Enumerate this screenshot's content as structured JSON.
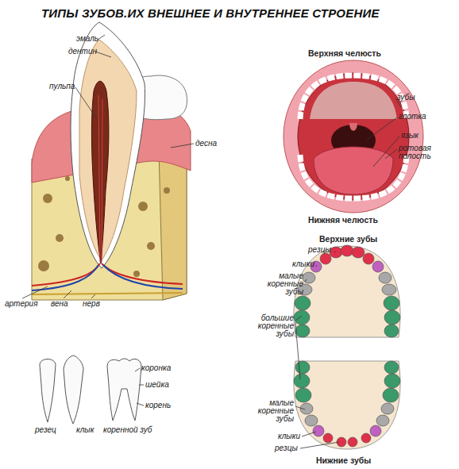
{
  "diagram": {
    "title": "ТИПЫ ЗУБОВ.ИХ ВНЕШНЕЕ И ВНУТРЕННЕЕ СТРОЕНИЕ",
    "labels": [
      "эмаль",
      "дентин",
      "пульпа",
      "десна",
      "артерия",
      "вена",
      "нерв",
      "Верхняя челюсть",
      "зубы",
      "глотка",
      "язык",
      "ротовая полость",
      "Нижняя челюсть",
      "Верхние зубы",
      "резцы",
      "клыки",
      "малые коренные зубы",
      "большие коренные зубы",
      "малые коренные зубы",
      "клыки",
      "резцы",
      "Нижние зубы",
      "коронка",
      "шейка",
      "корень",
      "резец",
      "клык",
      "коренной зуб"
    ]
  }
}
